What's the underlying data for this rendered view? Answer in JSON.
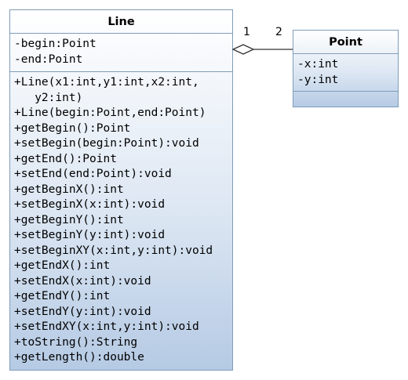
{
  "line_class": {
    "name": "Line",
    "attributes": [
      "-begin:Point",
      "-end:Point"
    ],
    "methods": [
      "+Line(x1:int,y1:int,x2:int,\n   y2:int)",
      "+Line(begin:Point,end:Point)",
      "+getBegin():Point",
      "+setBegin(begin:Point):void",
      "+getEnd():Point",
      "+setEnd(end:Point):void",
      "+getBeginX():int",
      "+setBeginX(x:int):void",
      "+getBeginY():int",
      "+setBeginY(y:int):void",
      "+setBeginXY(x:int,y:int):void",
      "+getEndX():int",
      "+setEndX(x:int):void",
      "+getEndY():int",
      "+setEndY(y:int):void",
      "+setEndXY(x:int,y:int):void",
      "+toString():String",
      "+getLength():double"
    ]
  },
  "point_class": {
    "name": "Point",
    "attributes": [
      "-x:int",
      "-y:int"
    ],
    "methods": []
  },
  "association": {
    "type": "aggregation",
    "whole_multiplicity": "1",
    "part_multiplicity": "2"
  },
  "colors": {
    "border": "#7f9db9",
    "fill_top": "#ffffff",
    "fill_bottom": "#b5cae4"
  }
}
